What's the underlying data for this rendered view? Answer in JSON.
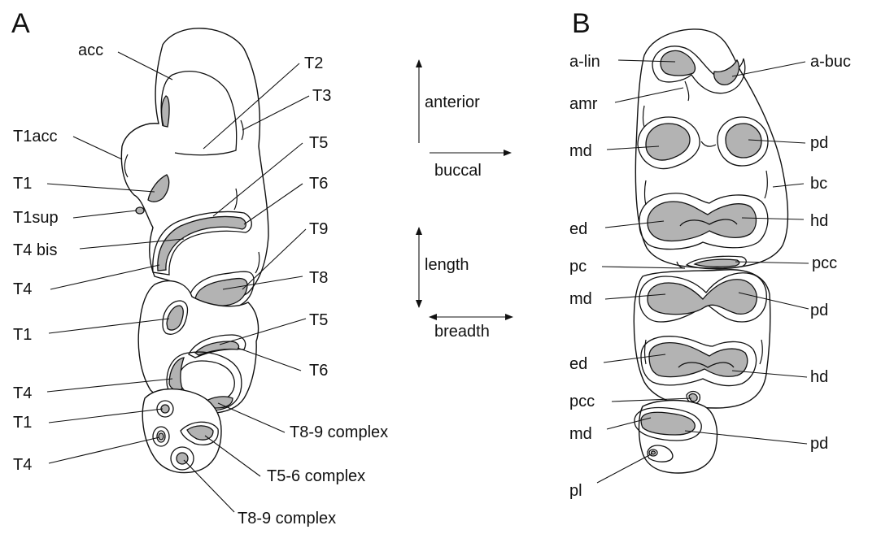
{
  "panels": {
    "a": {
      "letter": "A"
    },
    "b": {
      "letter": "B"
    }
  },
  "panel_a_labels": {
    "acc": "acc",
    "t2": "T2",
    "t3": "T3",
    "t1acc": "T1acc",
    "t5_upper": "T5",
    "t1_upper": "T1",
    "t6_upper": "T6",
    "t1sup": "T1sup",
    "t4bis": "T4 bis",
    "t9": "T9",
    "t4_upper": "T4",
    "t8": "T8",
    "t1_middle": "T1",
    "t5_middle": "T5",
    "t6_middle": "T6",
    "t4_middle": "T4",
    "t1_lower": "T1",
    "t89_complex_middle": "T8-9 complex",
    "t4_lower": "T4",
    "t56_complex": "T5-6 complex",
    "t89_complex_lower": "T8-9 complex"
  },
  "orientation": {
    "anterior": "anterior",
    "buccal": "buccal",
    "length": "length",
    "breadth": "breadth"
  },
  "panel_b_labels": {
    "a_lin": "a-lin",
    "a_buc": "a-buc",
    "amr": "amr",
    "md_upper": "md",
    "pd_upper": "pd",
    "bc": "bc",
    "ed_upper": "ed",
    "hd_upper": "hd",
    "pc": "pc",
    "pcc_upper": "pcc",
    "md_middle": "md",
    "pd_middle": "pd",
    "ed_lower": "ed",
    "hd_lower": "hd",
    "pcc_lower": "pcc",
    "md_lower": "md",
    "pd_lower": "pd",
    "pl": "pl"
  }
}
